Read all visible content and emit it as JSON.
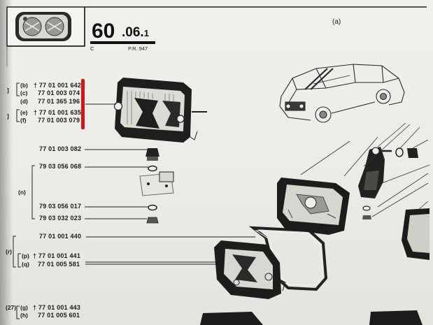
{
  "header": {
    "number_main": "60",
    "number_sub": ".06.",
    "number_suffix": "1",
    "letter": "C",
    "pr_ref": "P.R. 947",
    "view_label": "(a)"
  },
  "groups": {
    "g1_ref": "]",
    "g2_ref": "]",
    "n_label": "(n)",
    "r_label": "(r)",
    "g27_ref": "(27)"
  },
  "parts": [
    {
      "label": "(b)",
      "number": "† 77 01 001 642"
    },
    {
      "label": "(c)",
      "number": "77 01 003 074"
    },
    {
      "label": "(d)",
      "number": "77 01 365 196"
    },
    {
      "label": "(e)",
      "number": "† 77 01 001 635"
    },
    {
      "label": "(f)",
      "number": "77 01 003 079"
    },
    {
      "label": "",
      "number": "77 01 003 082"
    },
    {
      "label": "",
      "number": "79 03 056 068"
    },
    {
      "label": "",
      "number": "79 03 056 017"
    },
    {
      "label": "",
      "number": "79 03 032 023"
    },
    {
      "label": "",
      "number": "77 01 001 440"
    },
    {
      "label": "(p)",
      "number": "† 77 01 001 441"
    },
    {
      "label": "(q)",
      "number": "77 01 005 581"
    },
    {
      "label": "(g)",
      "number": "† 77 01 001 443"
    },
    {
      "label": "(h)",
      "number": "77 01 005 601"
    }
  ],
  "colors": {
    "paper": "#ecebe7",
    "ink": "#1b1b1b",
    "highlight": "#d3141b"
  },
  "icons": {
    "thumbnail": "fog-lamp-thumbnail-icon",
    "car": "renault-16-car-icon"
  }
}
